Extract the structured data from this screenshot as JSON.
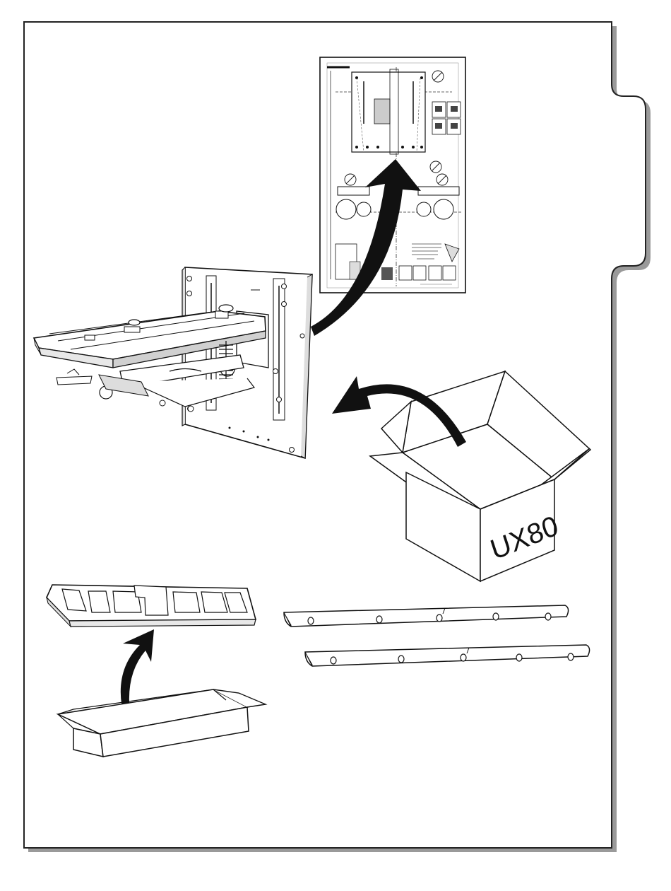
{
  "page": {
    "accent_color": "#000000",
    "shadow_color": "#9a9a9a",
    "background": "#ffffff"
  },
  "carton_large": {
    "label": "UX80"
  },
  "icons": [
    "installation-template-sheet",
    "projector-mount-assembly",
    "large-carton",
    "foam-packing-insert",
    "small-carton",
    "mounting-rail",
    "unpack-arrow"
  ]
}
